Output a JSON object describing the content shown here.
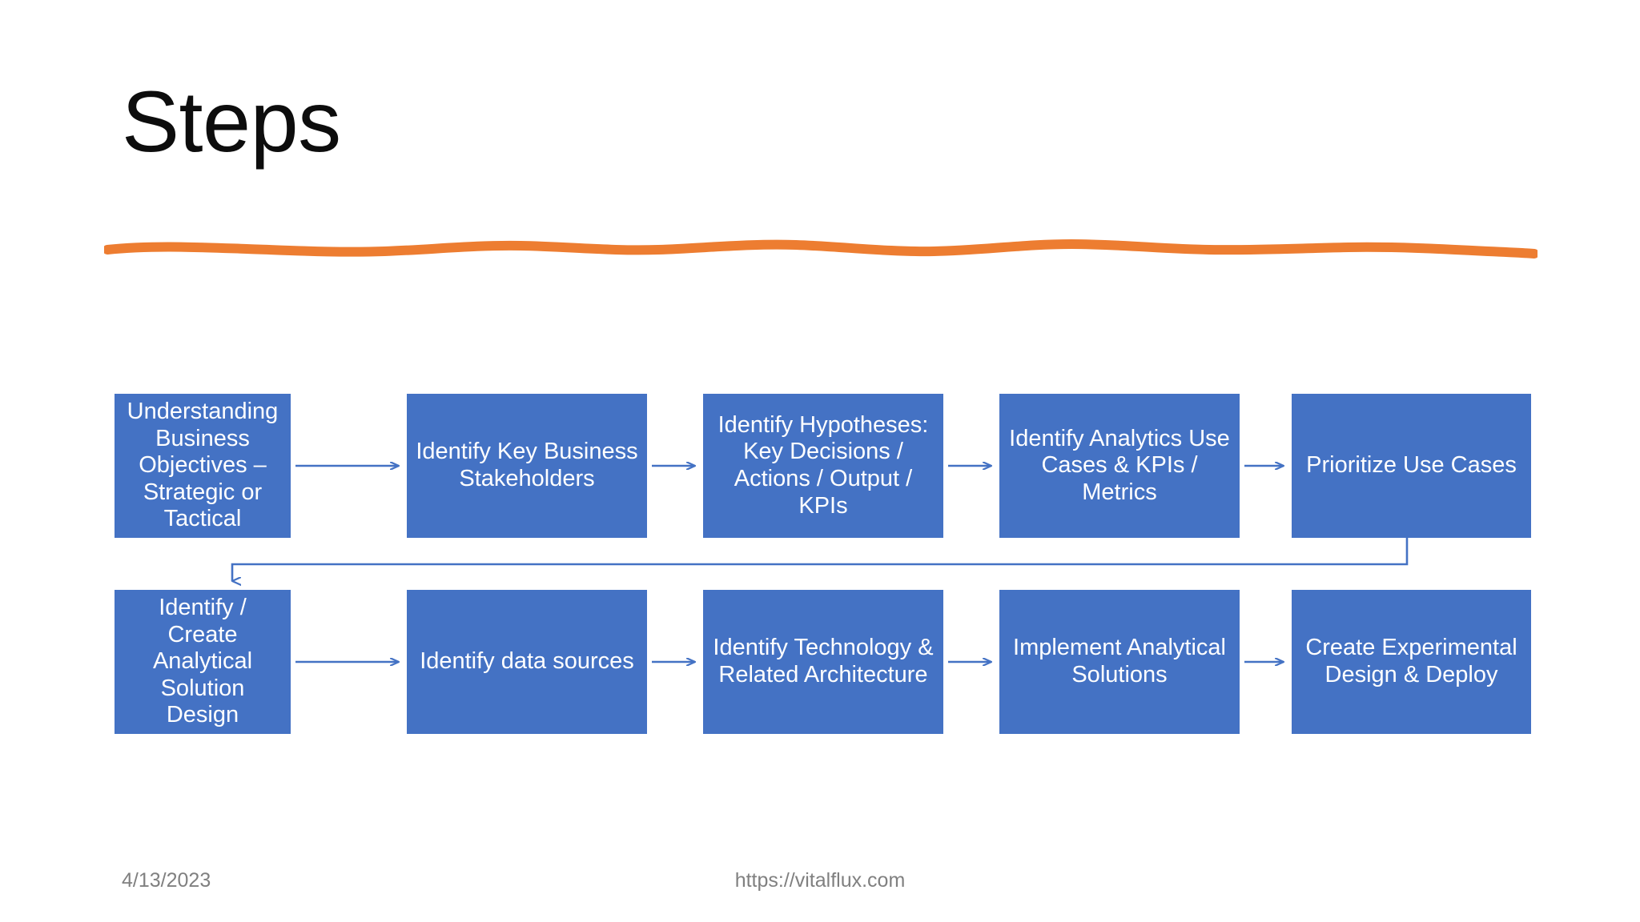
{
  "slide": {
    "title": "Steps",
    "background_color": "#FFFFFF",
    "accent_color": "#ED7D31",
    "node_color": "#4472C4",
    "node_text_color": "#FFFFFF",
    "connector_color": "#4472C4"
  },
  "divider": {
    "name": "orange-wavy-divider",
    "color": "#ED7D31"
  },
  "flow": {
    "rows": [
      {
        "nodes": [
          {
            "id": 0,
            "label": "Understanding Business Objectives – Strategic or Tactical"
          },
          {
            "id": 1,
            "label": "Identify Key Business Stakeholders"
          },
          {
            "id": 2,
            "label": "Identify Hypotheses: Key Decisions / Actions / Output / KPIs"
          },
          {
            "id": 3,
            "label": "Identify Analytics Use Cases & KPIs / Metrics"
          },
          {
            "id": 4,
            "label": "Prioritize Use Cases"
          }
        ]
      },
      {
        "nodes": [
          {
            "id": 5,
            "label": "Identify / Create Analytical Solution Design"
          },
          {
            "id": 6,
            "label": "Identify data sources"
          },
          {
            "id": 7,
            "label": "Identify Technology & Related Architecture"
          },
          {
            "id": 8,
            "label": "Implement Analytical Solutions"
          },
          {
            "id": 9,
            "label": "Create Experimental Design & Deploy"
          }
        ]
      }
    ],
    "connectors": [
      {
        "from": 0,
        "to": 1,
        "kind": "arrow-right"
      },
      {
        "from": 1,
        "to": 2,
        "kind": "arrow-right"
      },
      {
        "from": 2,
        "to": 3,
        "kind": "arrow-right"
      },
      {
        "from": 3,
        "to": 4,
        "kind": "arrow-right"
      },
      {
        "from": 4,
        "to": 5,
        "kind": "elbow-wrap-down"
      },
      {
        "from": 5,
        "to": 6,
        "kind": "arrow-right"
      },
      {
        "from": 6,
        "to": 7,
        "kind": "arrow-right"
      },
      {
        "from": 7,
        "to": 8,
        "kind": "arrow-right"
      },
      {
        "from": 8,
        "to": 9,
        "kind": "arrow-right"
      }
    ]
  },
  "footer": {
    "date": "4/13/2023",
    "url": "https://vitalflux.com"
  }
}
